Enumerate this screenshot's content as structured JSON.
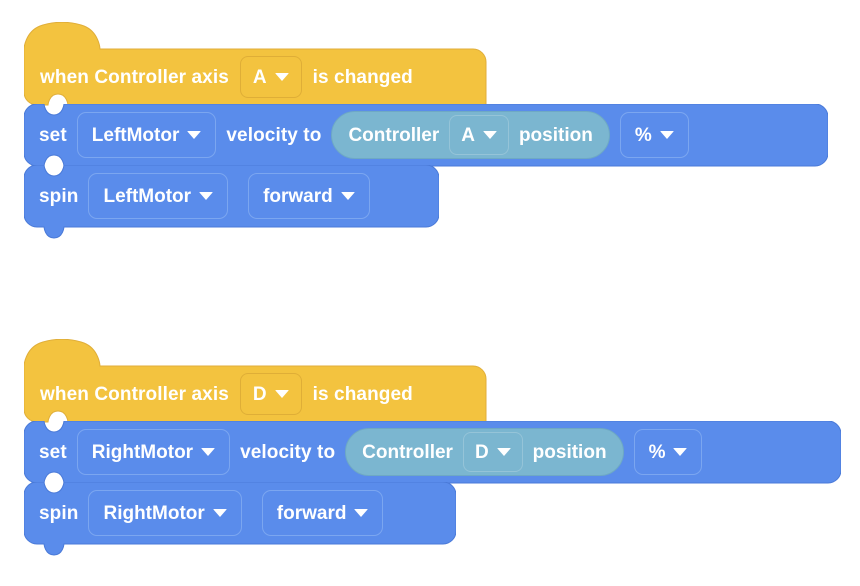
{
  "theme": {
    "background": "#ffffff",
    "event_block_color": "#f3c33f",
    "event_block_border": "#e0ae39",
    "motor_block_color": "#5a8ceb",
    "motor_block_border": "#7ba6f0",
    "reporter_color": "#7bb6d0",
    "reporter_border": "#6ea9c4",
    "text_color": "#ffffff"
  },
  "scripts": [
    {
      "id": "script-1",
      "hat": {
        "prefix_label": "when Controller axis",
        "axis_value": "A",
        "suffix_label": "is changed",
        "dropdown_icon": "chevron-down-icon"
      },
      "blocks": [
        {
          "type": "set-velocity",
          "label_1": "set",
          "motor_value": "LeftMotor",
          "label_2": "velocity to",
          "reporter": {
            "label_1": "Controller",
            "axis_value": "A",
            "label_2": "position"
          },
          "unit_value": "%"
        },
        {
          "type": "spin",
          "label_1": "spin",
          "motor_value": "LeftMotor",
          "direction_value": "forward"
        }
      ]
    },
    {
      "id": "script-2",
      "hat": {
        "prefix_label": "when Controller axis",
        "axis_value": "D",
        "suffix_label": "is changed",
        "dropdown_icon": "chevron-down-icon"
      },
      "blocks": [
        {
          "type": "set-velocity",
          "label_1": "set",
          "motor_value": "RightMotor",
          "label_2": "velocity to",
          "reporter": {
            "label_1": "Controller",
            "axis_value": "D",
            "label_2": "position"
          },
          "unit_value": "%"
        },
        {
          "type": "spin",
          "label_1": "spin",
          "motor_value": "RightMotor",
          "direction_value": "forward"
        }
      ]
    }
  ]
}
